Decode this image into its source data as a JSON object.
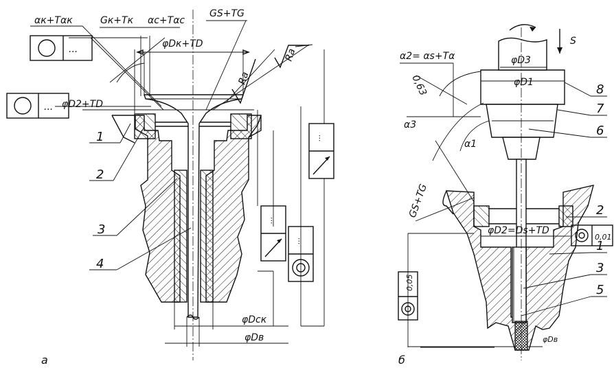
{
  "fig_a": {
    "caption": "а",
    "dims": {
      "alpha_k": "αк+Tαк",
      "g_k": "Gк+Tк",
      "alpha_c": "αc+Tαc",
      "g_s": "GS+TG",
      "d_k": "φDк+TD",
      "d2": "φD2+TD",
      "d_ck": "φDск",
      "d_b": "φDв",
      "ra1": "Ra",
      "ra2": "Ra"
    },
    "frames": {
      "dots": "..."
    },
    "parts": [
      "1",
      "2",
      "3",
      "4"
    ]
  },
  "fig_b": {
    "caption": "б",
    "dims": {
      "s": "S",
      "d3": "φD3",
      "alpha2": "α2= αs+Tα",
      "r063": "0,63",
      "d1": "φD1",
      "alpha3": "α3",
      "alpha1": "α1",
      "g_s": "GS+TG",
      "d2": "φD2=Ds+TD",
      "tol_001": "0,01",
      "tol_005": "0,05",
      "d_b": "φDв"
    },
    "parts": [
      "8",
      "7",
      "6",
      "2",
      "1",
      "3",
      "5"
    ]
  }
}
